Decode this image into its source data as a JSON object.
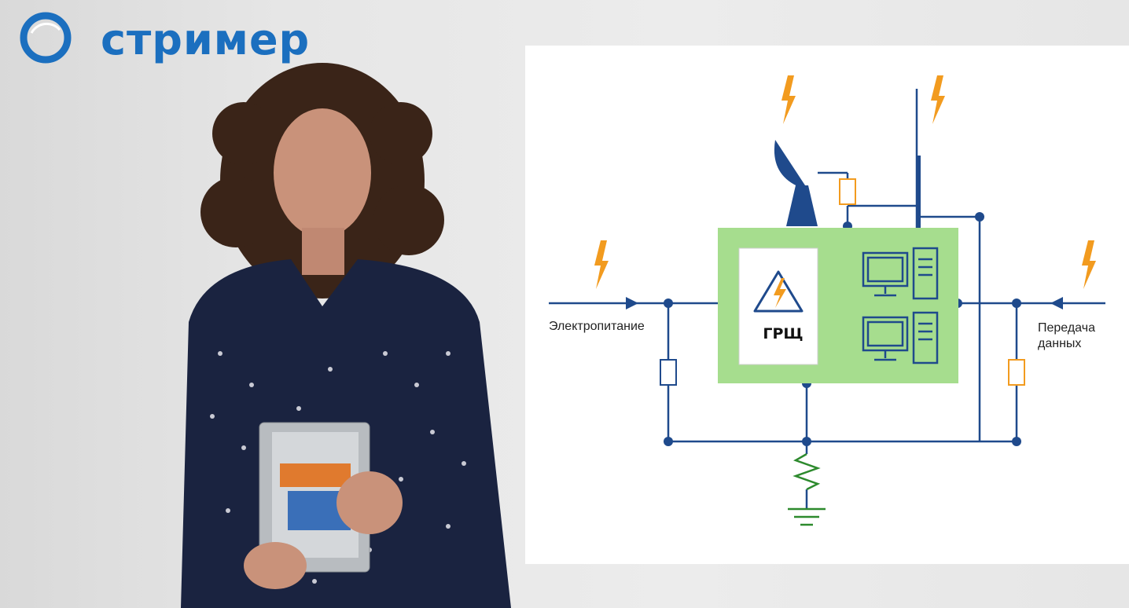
{
  "brand": {
    "name": "стример"
  },
  "diagram": {
    "left_label": "Электропитание",
    "right_label_line1": "Передача",
    "right_label_line2": "данных",
    "panel_label": "ГРЩ"
  }
}
